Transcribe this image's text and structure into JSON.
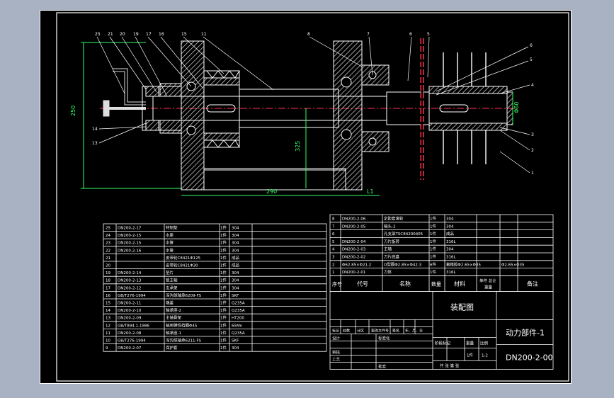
{
  "colors": {
    "background": "#a8b2c2",
    "sheet": "#000000",
    "lines": "#ffffff",
    "hatch": "#ffffff",
    "dimension": "#33ff66",
    "centerline": "#ff3355",
    "text": "#ffffff"
  },
  "dimensions": {
    "overall_height": "250",
    "shaft_height": "325",
    "length": "290",
    "offset": "L1",
    "end_dia": "Φ60"
  },
  "callouts_top": [
    "25",
    "21",
    "20",
    "19",
    "17",
    "16",
    "15",
    "11",
    "8",
    "7",
    "6",
    "5"
  ],
  "callouts_right": [
    "4",
    "3",
    "2",
    "1"
  ],
  "callouts_left": [
    "14",
    "13"
  ],
  "parts_left": [
    {
      "no": "25",
      "code": "DN200-2-17",
      "name": "特制垫",
      "qty": "1件",
      "mat": "304"
    },
    {
      "no": "24",
      "code": "DN200-2-15",
      "name": "水座",
      "qty": "1件",
      "mat": "304"
    },
    {
      "no": "23",
      "code": "DN200-2-15",
      "name": "水管",
      "qty": "1件",
      "mat": "304"
    },
    {
      "no": "22",
      "code": "DN200-2-16",
      "name": "水管",
      "qty": "1件",
      "mat": "304"
    },
    {
      "no": "21",
      "code": "",
      "name": "皮带轮C8421Φ125",
      "qty": "1件",
      "mat": "成品"
    },
    {
      "no": "20",
      "code": "",
      "name": "皮带轮C8421Φ30",
      "qty": "1件",
      "mat": "成品"
    },
    {
      "no": "19",
      "code": "DN200-2-14",
      "name": "垫片",
      "qty": "1件",
      "mat": "304"
    },
    {
      "no": "18",
      "code": "DN200-2-13",
      "name": "锁主轴",
      "qty": "1件",
      "mat": "304"
    },
    {
      "no": "17",
      "code": "DN200-2-12",
      "name": "支承架",
      "qty": "1件",
      "mat": "304"
    },
    {
      "no": "16",
      "code": "GB/T276-1994",
      "name": "深沟球轴承6209-FS",
      "qty": "1件",
      "mat": "SKF"
    },
    {
      "no": "15",
      "code": "DN200-2-11",
      "name": "端盖",
      "qty": "1件",
      "mat": "Q235A"
    },
    {
      "no": "14",
      "code": "DN200-2-10",
      "name": "轴承座-2",
      "qty": "1件",
      "mat": "Q235A"
    },
    {
      "no": "13",
      "code": "DN200-2-09",
      "name": "主轴骨架",
      "qty": "1件",
      "mat": "HT200"
    },
    {
      "no": "12",
      "code": "GB/T894.1-1986",
      "name": "轴用弹性挡圈Φ45",
      "qty": "1件",
      "mat": "65Mn"
    },
    {
      "no": "11",
      "code": "DN200-2-08",
      "name": "轴承座-1",
      "qty": "1件",
      "mat": "Q235A"
    },
    {
      "no": "10",
      "code": "GB/T276-1994",
      "name": "深沟球轴承6211-FS",
      "qty": "1件",
      "mat": "SKF"
    },
    {
      "no": "9",
      "code": "DN200-2-07",
      "name": "保护套",
      "qty": "1件",
      "mat": "304"
    }
  ],
  "parts_right": [
    {
      "no": "8",
      "code": "DN200-2-06",
      "name": "定距套滚轮",
      "qty": "1件",
      "mat": "304",
      "extra": ""
    },
    {
      "no": "7",
      "code": "DN200-2-05",
      "name": "轴头-2",
      "qty": "1件",
      "mat": "304",
      "extra": ""
    },
    {
      "no": "6",
      "code": "",
      "name": "孔支架TSC84200405",
      "qty": "1件",
      "mat": "成品",
      "extra": ""
    },
    {
      "no": "5",
      "code": "DN200-2-04",
      "name": "刀片旋转",
      "qty": "1件",
      "mat": "316L",
      "extra": ""
    },
    {
      "no": "4",
      "code": "DN200-2-03",
      "name": "主轴",
      "qty": "1件",
      "mat": "304",
      "extra": ""
    },
    {
      "no": "3",
      "code": "DN200-2-02",
      "name": "刀片底盘",
      "qty": "1件",
      "mat": "316L",
      "extra": ""
    },
    {
      "no": "2",
      "code": "Φ62.85×Φ21.2",
      "name": "O型圈Φ2.85×Φ42.3",
      "qty": "6件",
      "mat": "氟橡胶Φ2.65×Φ35",
      "extra": "Φ2.65×Φ35"
    },
    {
      "no": "1",
      "code": "DN200-2-01",
      "name": "刀体",
      "qty": "1件",
      "mat": "316L",
      "extra": ""
    }
  ],
  "header": {
    "no": "序号",
    "code": "代号",
    "name": "名称",
    "qty": "数量",
    "mat": "材料",
    "weight": "单件 总计",
    "weight_sub": "重量",
    "note": "备注"
  },
  "title_block": {
    "assembly": "装配图",
    "title": "动力部件-1",
    "code": "DN200-2-00",
    "rev_row": [
      "标记",
      "处数",
      "分区",
      "更改文件号",
      "签名",
      "年、月、日"
    ],
    "roles": [
      "设计",
      "标准化",
      "审核",
      "工艺",
      "批准"
    ],
    "stage_row": [
      "阶段标记",
      "重量",
      "比例"
    ],
    "qty": "1件",
    "scale": "1:2",
    "sheets": "共 张 第 张"
  }
}
